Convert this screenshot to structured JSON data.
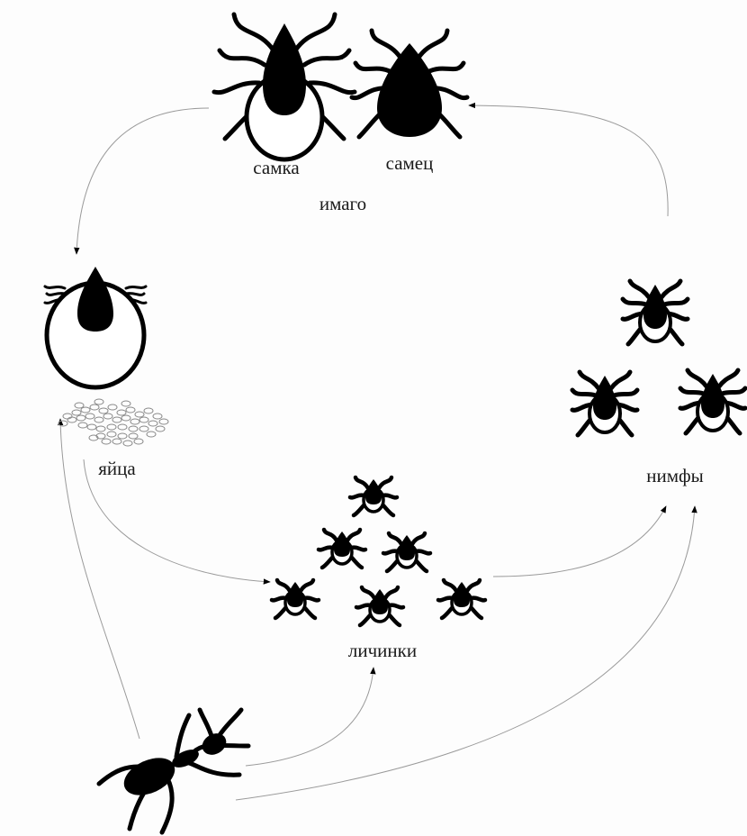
{
  "labels": {
    "female": "самка",
    "male": "самец",
    "adult": "имаго",
    "eggs": "яйца",
    "larvae": "личинки",
    "nymphs": "нимфы"
  },
  "colors": {
    "ink": "#000000",
    "arrow": "#9a9a9a",
    "background": "#fdfdfd"
  },
  "icons": [
    "tick-female-icon",
    "tick-male-icon",
    "egg-laying-tick-icon",
    "egg-cluster-icon",
    "nymph-tick-icon",
    "larva-tick-icon",
    "ant-host-icon"
  ]
}
